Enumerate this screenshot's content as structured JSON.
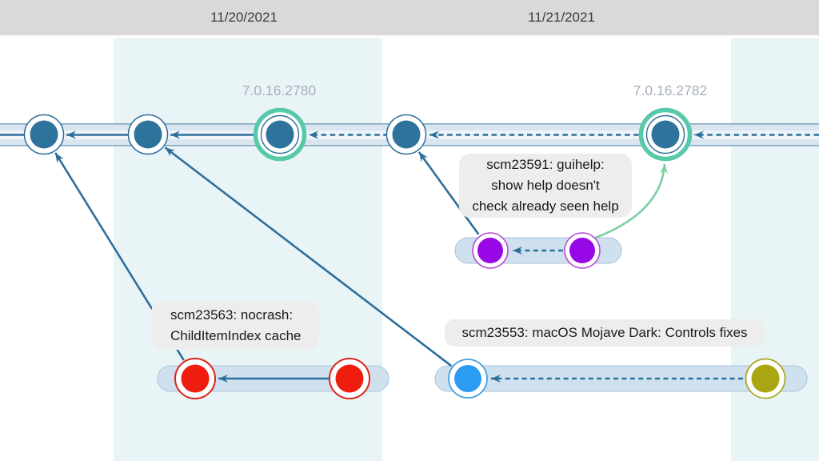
{
  "header": {
    "date_left": "11/20/2021",
    "date_right": "11/21/2021"
  },
  "timeline": {
    "tag_2780": "7.0.16.2780",
    "tag_2782": "7.0.16.2782"
  },
  "callouts": {
    "guihelp_line1": "scm23591: guihelp:",
    "guihelp_line2": "show help doesn't",
    "guihelp_line3": "check already seen help",
    "nocrash_line1": "scm23563: nocrash:",
    "nocrash_line2": "ChildItemIndex cache",
    "mojave_line1": "scm23553: macOS Mojave Dark: Controls fixes"
  },
  "graph": {
    "trunk_commit_count": 5,
    "branches": [
      {
        "label": "scm23591: guihelp: show help doesn't check already seen help",
        "commit_count": 2,
        "color_key": "commit_purple"
      },
      {
        "label": "scm23563: nocrash: ChildItemIndex cache",
        "commit_count": 2,
        "color_key": "commit_red"
      },
      {
        "label": "scm23553: macOS Mojave Dark: Controls fixes",
        "commit_count": 2,
        "color_key": "commit_blue"
      }
    ]
  },
  "colors": {
    "header_bg": "#d9d9d9",
    "day_column_tint": "#e9f4f7",
    "lane_fill": "#dbe5ef",
    "lane_edge": "#85a8c4",
    "edge_line": "#2d6f9b",
    "commit_main": "#2e739c",
    "commit_purple": "#9807e6",
    "commit_red": "#ee1d10",
    "commit_blue": "#2b9cf2",
    "commit_olive": "#a9a513",
    "tag_ring": "#55c9a8",
    "merge_green": "#7bcfa3",
    "capsule_fill": "#cfe0ee",
    "callout_bg": "#ededed",
    "tag_text": "#a6afba",
    "date_text": "#3b3b3b"
  }
}
